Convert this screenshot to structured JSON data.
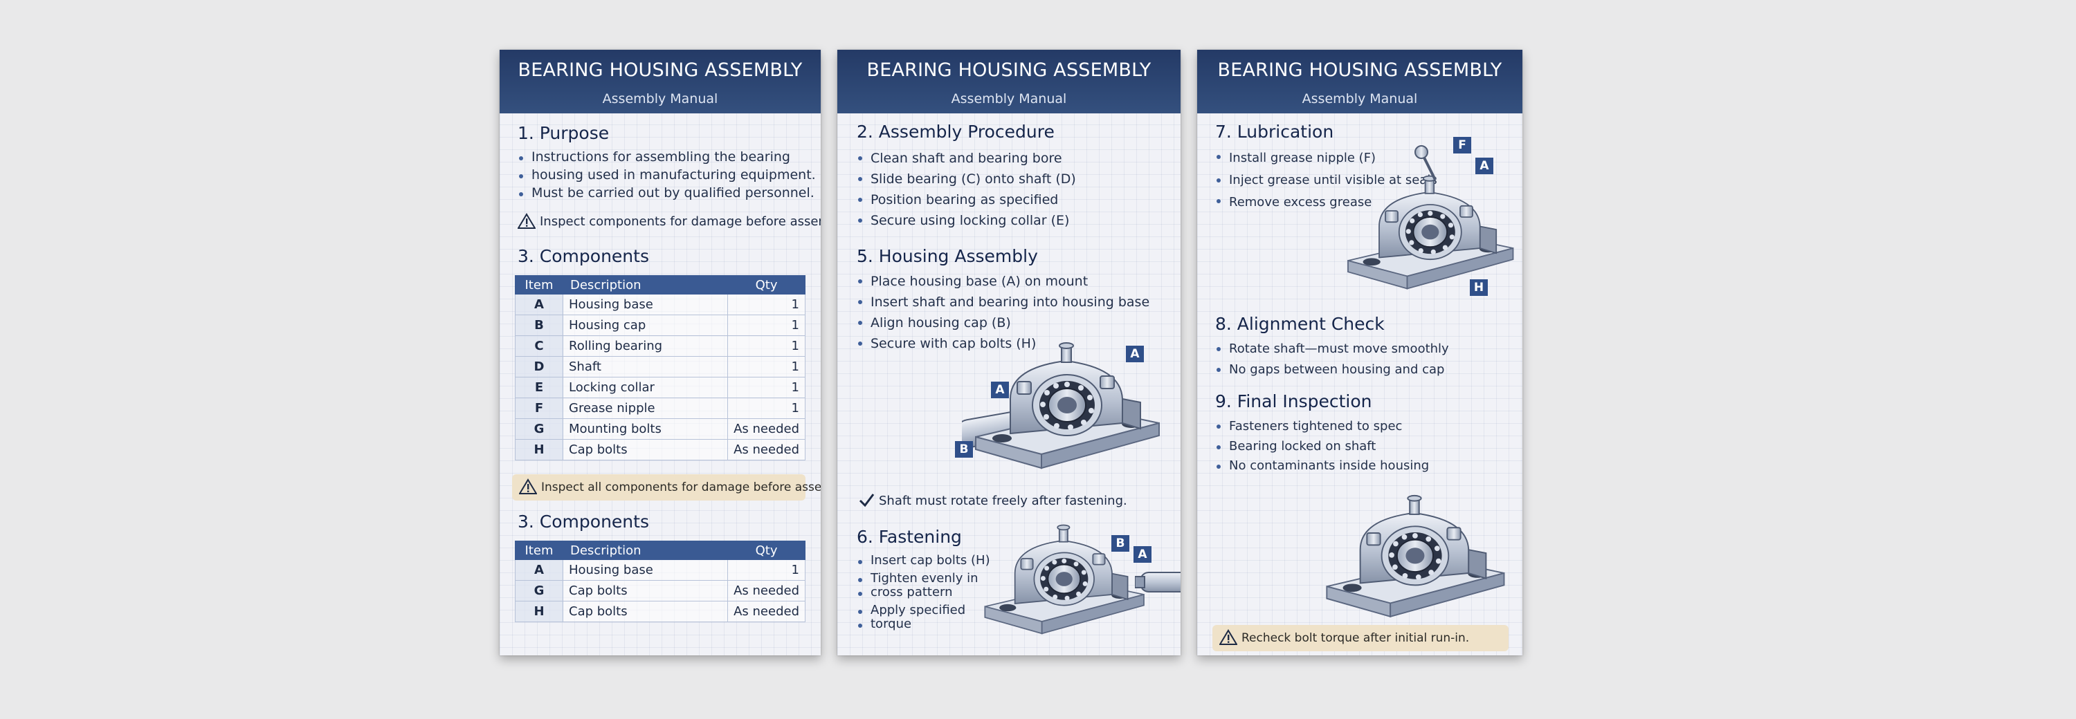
{
  "panel1": {
    "header": {
      "title": "BEARING HOUSING ASSEMBLY",
      "subtitle": "Assembly Manual"
    },
    "purpose": {
      "heading": "1. Purpose",
      "bullets": [
        "Instructions for assembling the bearing",
        "housing used in manufacturing equipment.",
        "Must be carried out by qualified personnel."
      ],
      "warning": "Inspect components for damage before assembly."
    },
    "components": {
      "heading": "3. Components",
      "columns": [
        "Item",
        "Description",
        "Qty"
      ],
      "rows": [
        {
          "item": "A",
          "description": "Housing base",
          "qty": "1"
        },
        {
          "item": "B",
          "description": "Housing cap",
          "qty": "1"
        },
        {
          "item": "C",
          "description": "Rolling bearing",
          "qty": "1"
        },
        {
          "item": "D",
          "description": "Shaft",
          "qty": "1"
        },
        {
          "item": "E",
          "description": "Locking collar",
          "qty": "1"
        },
        {
          "item": "F",
          "description": "Grease nipple",
          "qty": "1"
        },
        {
          "item": "G",
          "description": "Mounting bolts",
          "qty": "As needed"
        },
        {
          "item": "H",
          "description": "Cap bolts",
          "qty": "As needed"
        }
      ],
      "callout": "Inspect all components for damage before assembly"
    },
    "components2": {
      "heading": "3. Components",
      "columns": [
        "Item",
        "Description",
        "Qty"
      ],
      "rows": [
        {
          "item": "A",
          "description": "Housing base",
          "qty": "1"
        },
        {
          "item": "G",
          "description": "Cap bolts",
          "qty": "As needed"
        },
        {
          "item": "H",
          "description": "Cap bolts",
          "qty": "As needed"
        }
      ]
    }
  },
  "panel2": {
    "header": {
      "title": "BEARING HOUSING ASSEMBLY",
      "subtitle": "Assembly Manual"
    },
    "procedure": {
      "heading": "2. Assembly Procedure",
      "bullets": [
        "Clean shaft and bearing bore",
        "Slide bearing (C) onto shaft (D)",
        "Position bearing as specified",
        "Secure using locking collar (E)"
      ]
    },
    "housing": {
      "heading": "5. Housing Assembly",
      "bullets": [
        "Place housing base (A) on mount",
        "Insert shaft and bearing into housing base",
        "Align housing cap (B)",
        "Secure with cap bolts (H)"
      ],
      "labels": [
        "A",
        "A",
        "B"
      ],
      "check": "Shaft must rotate freely after fastening."
    },
    "fastening": {
      "heading": "6. Fastening",
      "bullets": [
        "Insert cap bolts (H)",
        "Tighten evenly in",
        "cross pattern",
        "Apply specified",
        "torque"
      ],
      "labels": [
        "B",
        "A"
      ]
    }
  },
  "panel3": {
    "header": {
      "title": "BEARING HOUSING ASSEMBLY",
      "subtitle": "Assembly Manual"
    },
    "lubrication": {
      "heading": "7. Lubrication",
      "bullets": [
        "Install grease nipple (F)",
        "Inject grease until visible at seals",
        "Remove excess grease"
      ],
      "labels": [
        "F",
        "A",
        "H"
      ]
    },
    "alignment": {
      "heading": "8. Alignment Check",
      "bullets": [
        "Rotate shaft—must move smoothly",
        "No gaps between housing and cap"
      ]
    },
    "final": {
      "heading": "9. Final Inspection",
      "bullets": [
        "Fasteners tightened to spec",
        "Bearing locked on shaft",
        "No contaminants inside housing"
      ],
      "callout": "Recheck bolt torque after initial run-in."
    }
  },
  "icons": [
    "warning-icon",
    "checkmark-icon",
    "pillow-block-bearing-illustration"
  ],
  "colors": {
    "header": "#2b4473",
    "accent": "#3a5a93",
    "callout": "#efe2c9",
    "background": "#e9e9ea"
  }
}
